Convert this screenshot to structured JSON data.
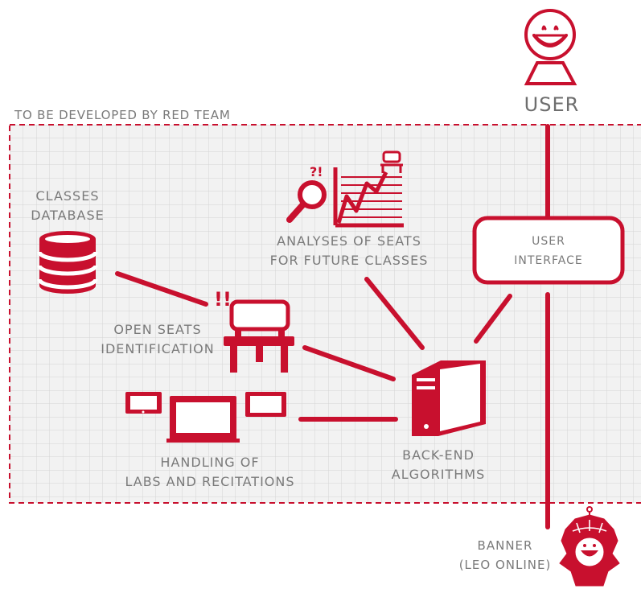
{
  "region": {
    "label": "TO BE DEVELOPED BY RED TEAM"
  },
  "user": {
    "label": "USER"
  },
  "classes_db": {
    "line1": "CLASSES",
    "line2": "DATABASE"
  },
  "analyses": {
    "line1": "ANALYSES OF SEATS",
    "line2": "FOR FUTURE CLASSES",
    "badge": "?!"
  },
  "user_interface": {
    "line1": "USER",
    "line2": "INTERFACE"
  },
  "open_seats": {
    "line1": "OPEN SEATS",
    "line2": "IDENTIFICATION",
    "badge": "!!"
  },
  "backend": {
    "line1": "BACK-END",
    "line2": "ALGORITHMS"
  },
  "labs": {
    "line1": "HANDLING OF",
    "line2": "LABS AND RECITATIONS"
  },
  "banner": {
    "line1": "BANNER",
    "line2": "(LEO ONLINE)"
  },
  "colors": {
    "accent": "#c8102e",
    "grid_bg": "#f2f2f2",
    "grid_line": "#d4d4d4",
    "text": "#7a7a7a"
  }
}
